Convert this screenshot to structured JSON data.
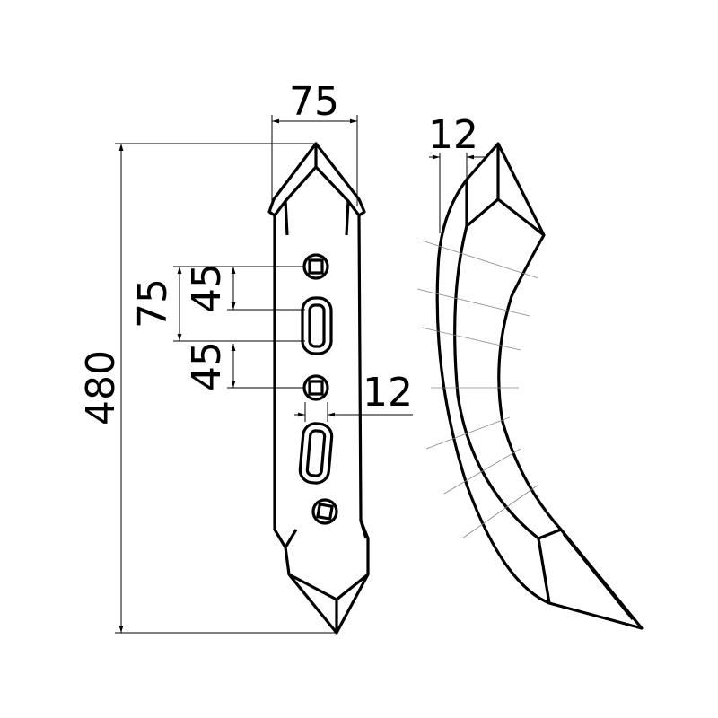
{
  "dimensions": {
    "top_width": "75",
    "profile_thickness": "12",
    "total_length": "480",
    "hole_span": "75",
    "hole_spacing_upper": "45",
    "hole_spacing_lower": "45",
    "slot_width": "12"
  }
}
